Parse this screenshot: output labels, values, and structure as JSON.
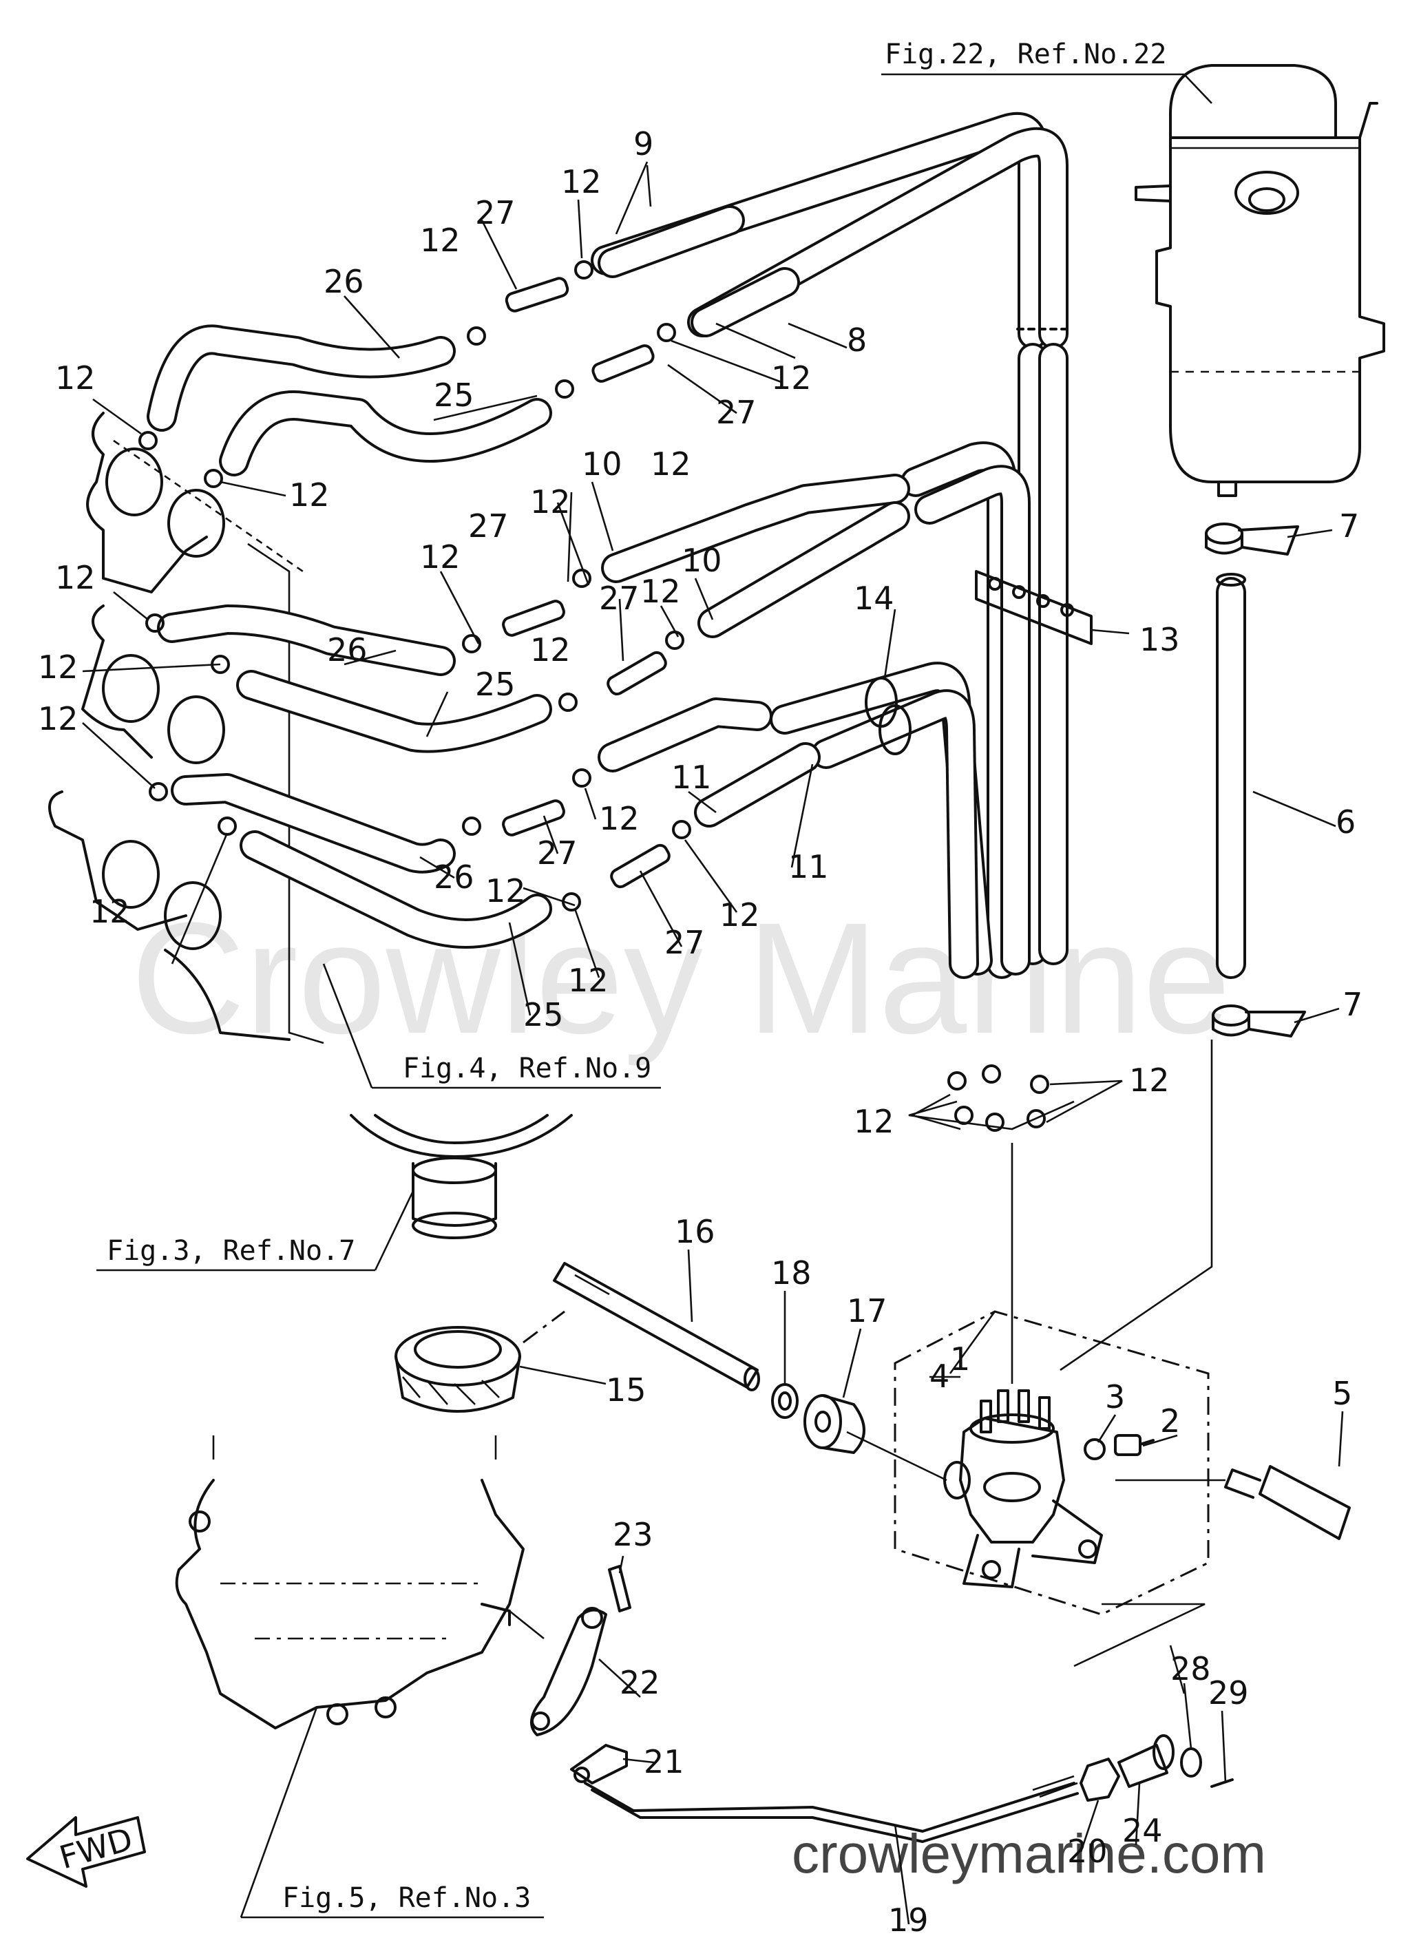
{
  "refs": {
    "fig22": "Fig.22, Ref.No.22",
    "fig4": "Fig.4, Ref.No.9",
    "fig3": "Fig.3, Ref.No.7",
    "fig5": "Fig.5, Ref.No.3"
  },
  "watermark": "Crowley Marine",
  "site": "crowleymarine.com",
  "fwd": "FWD",
  "callouts": [
    {
      "n": "1"
    },
    {
      "n": "2"
    },
    {
      "n": "3"
    },
    {
      "n": "4"
    },
    {
      "n": "5"
    },
    {
      "n": "6"
    },
    {
      "n": "7"
    },
    {
      "n": "8"
    },
    {
      "n": "9"
    },
    {
      "n": "10"
    },
    {
      "n": "11"
    },
    {
      "n": "12"
    },
    {
      "n": "13"
    },
    {
      "n": "14"
    },
    {
      "n": "15"
    },
    {
      "n": "16"
    },
    {
      "n": "17"
    },
    {
      "n": "18"
    },
    {
      "n": "19"
    },
    {
      "n": "20"
    },
    {
      "n": "21"
    },
    {
      "n": "22"
    },
    {
      "n": "23"
    },
    {
      "n": "24"
    },
    {
      "n": "25"
    },
    {
      "n": "26"
    },
    {
      "n": "27"
    },
    {
      "n": "28"
    },
    {
      "n": "29"
    }
  ]
}
